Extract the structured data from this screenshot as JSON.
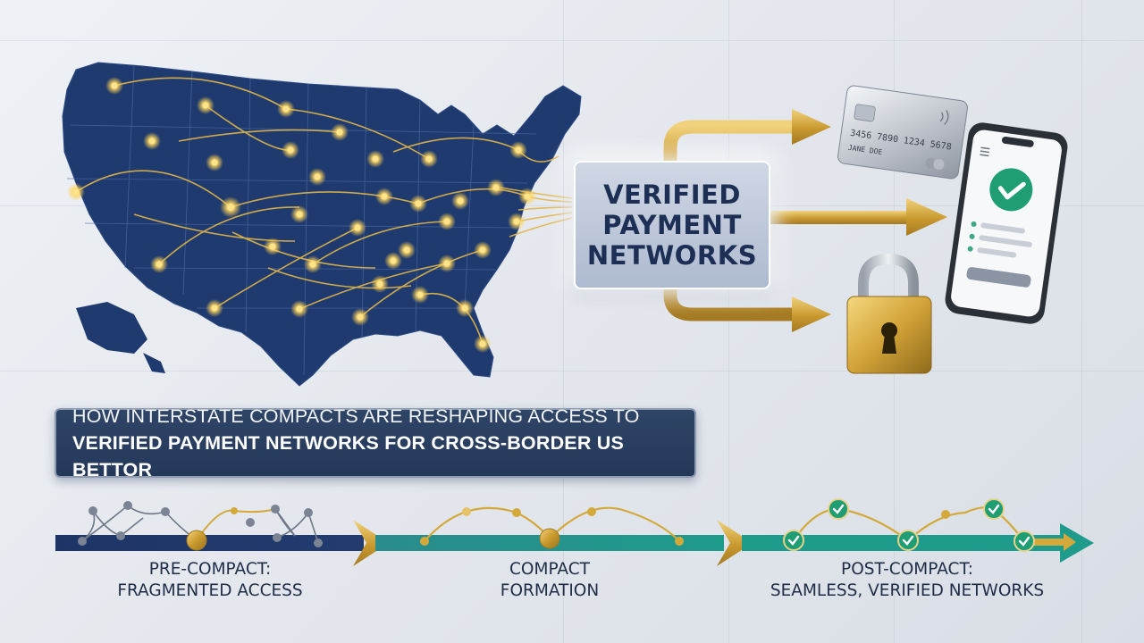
{
  "hub": {
    "line1": "VERIFIED",
    "line2": "PAYMENT",
    "line3": "NETWORKS"
  },
  "headline": {
    "line1": "HOW INTERSTATE COMPACTS ARE RESHAPING ACCESS TO",
    "line2": "VERIFIED PAYMENT NETWORKS FOR CROSS-BORDER US BETTOR"
  },
  "timeline": {
    "stages": [
      {
        "line1": "PRE-COMPACT:",
        "line2": "FRAGMENTED ACCESS"
      },
      {
        "line1": "COMPACT",
        "line2": "FORMATION"
      },
      {
        "line1": "POST-COMPACT:",
        "line2": "SEAMLESS, VERIFIED NETWORKS"
      }
    ]
  },
  "card": {
    "number": "3456 7890 1234 5678",
    "name": "JANE DOE"
  },
  "icons": {
    "map": "us-map-icon",
    "card": "credit-card-icon",
    "phone": "smartphone-icon",
    "lock": "padlock-icon",
    "check": "checkmark-icon"
  },
  "colors": {
    "navy": "#1f3a6e",
    "gold": "#d4a93c",
    "teal": "#1e9a8c",
    "check_green": "#1f9e74",
    "background": "#e6e9ee"
  }
}
